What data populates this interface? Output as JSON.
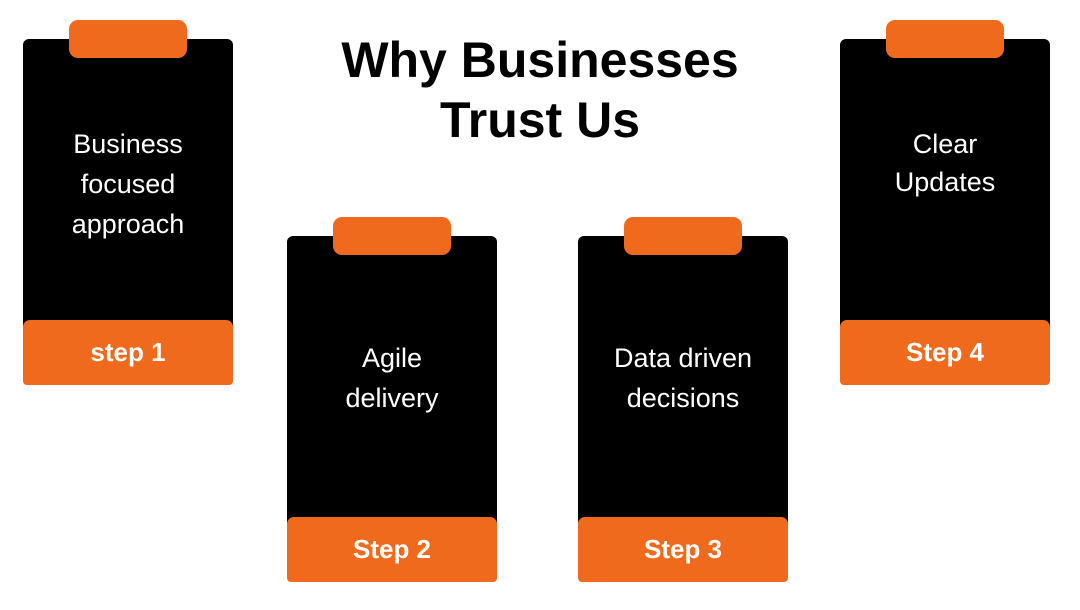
{
  "title": {
    "line1": "Why Businesses",
    "line2": "Trust Us"
  },
  "colors": {
    "accent": "#f06a1d",
    "card": "#000000",
    "text_on_card": "#ffffff"
  },
  "cards": [
    {
      "lines": [
        "Business",
        "focused",
        "approach"
      ],
      "step_label": "step 1"
    },
    {
      "lines": [
        "Agile",
        "delivery"
      ],
      "step_label": "Step 2"
    },
    {
      "lines": [
        "Data driven",
        "decisions"
      ],
      "step_label": "Step 3"
    },
    {
      "lines": [
        "Clear",
        "Updates"
      ],
      "step_label": "Step 4"
    }
  ]
}
